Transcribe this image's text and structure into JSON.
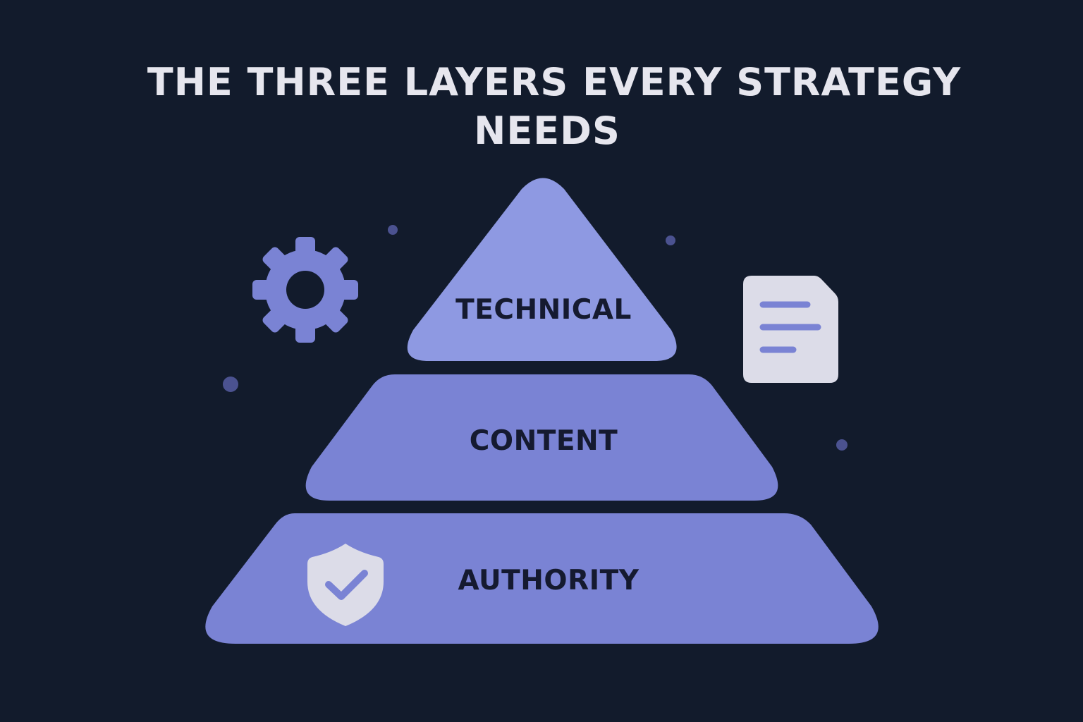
{
  "title": {
    "line1": "THE THREE LAYERS EVERY STRATEGY",
    "line2": "NEEDS"
  },
  "layers": {
    "top": {
      "label": "TECHNICAL",
      "icon": "gear-icon"
    },
    "middle": {
      "label": "CONTENT",
      "icon": "document-icon"
    },
    "bottom": {
      "label": "AUTHORITY",
      "icon": "shield-check-icon"
    }
  },
  "colors": {
    "background": "#121b2c",
    "title": "#e6e6ee",
    "layer_top": "#8e99e2",
    "layer_middle": "#7a83d4",
    "layer_bottom": "#7a83d4",
    "layer_text": "#151a30",
    "icon_accent": "#7a83d4",
    "icon_light": "#dcdce8",
    "dot": "#4b5290"
  }
}
